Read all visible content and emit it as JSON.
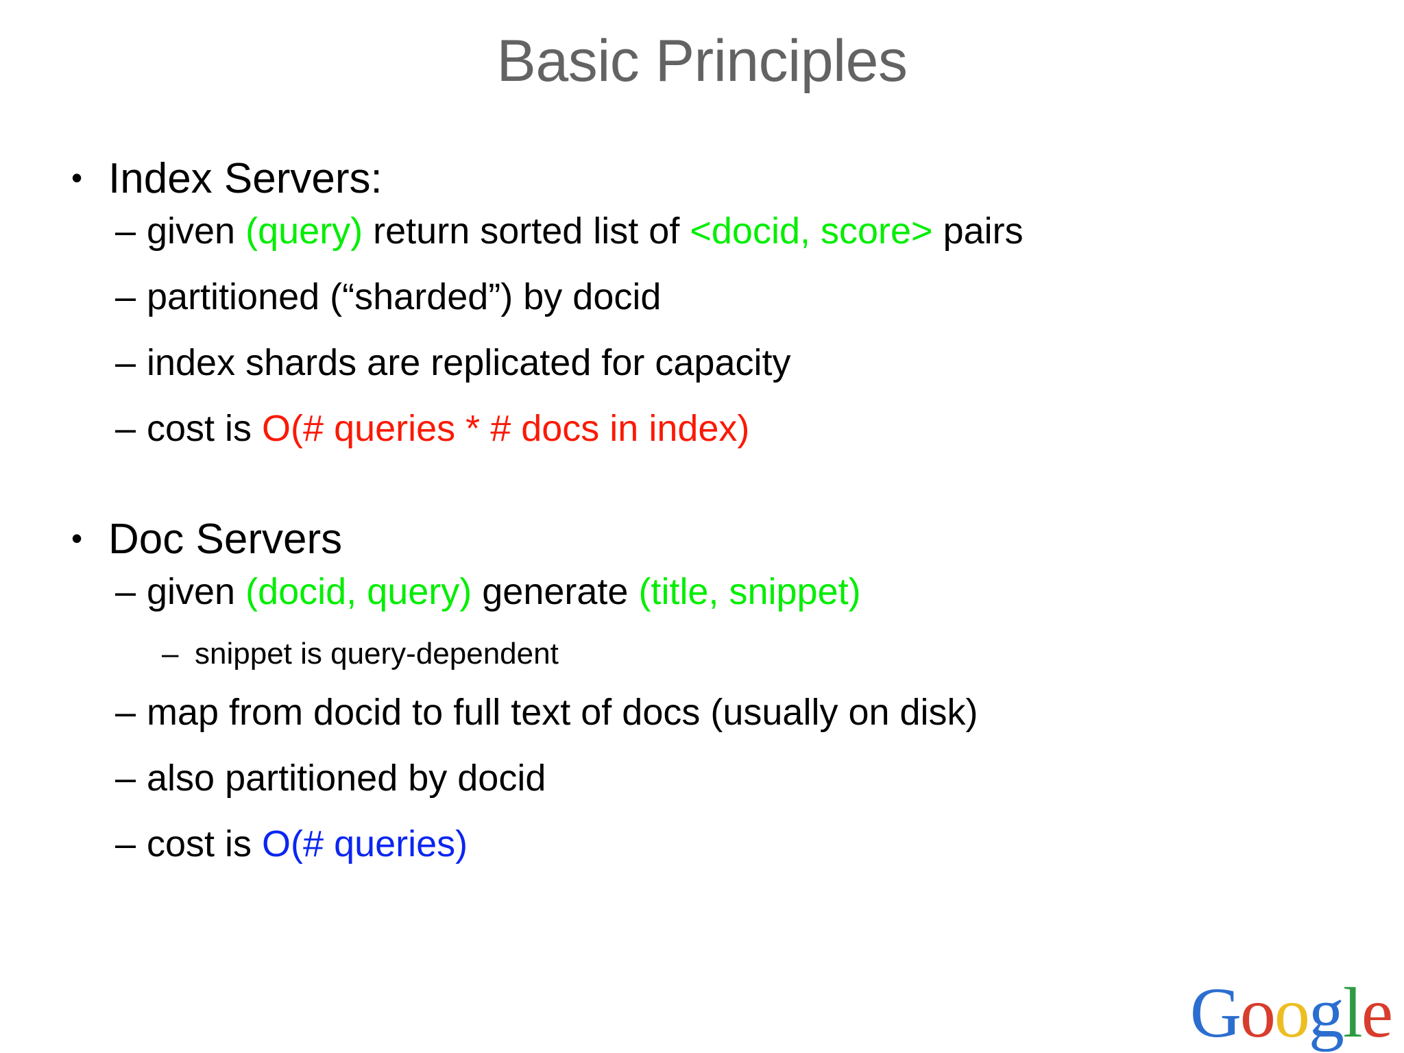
{
  "slide": {
    "title": "Basic Principles",
    "title_color": "#636363",
    "background_color": "#ffffff",
    "colors": {
      "green": "#00EE00",
      "red": "#FA1A05",
      "blue": "#0B26F0",
      "black": "#000000"
    },
    "markers": {
      "bullet": "•",
      "dash": "–"
    },
    "sections": [
      {
        "heading": "Index Servers:",
        "items": [
          {
            "parts": [
              {
                "text": "given ",
                "color": "black"
              },
              {
                "text": "(query)",
                "color": "green"
              },
              {
                "text": " return sorted list of ",
                "color": "black"
              },
              {
                "text": "<docid, score>",
                "color": "green"
              },
              {
                "text": " pairs",
                "color": "black"
              }
            ]
          },
          {
            "parts": [
              {
                "text": "partitioned (“sharded”) by docid",
                "color": "black"
              }
            ]
          },
          {
            "parts": [
              {
                "text": "index shards are replicated for capacity",
                "color": "black"
              }
            ]
          },
          {
            "parts": [
              {
                "text": "cost is ",
                "color": "black"
              },
              {
                "text": "O(# queries * # docs in index)",
                "color": "red"
              }
            ]
          }
        ]
      },
      {
        "heading": "Doc Servers",
        "items": [
          {
            "parts": [
              {
                "text": "given ",
                "color": "black"
              },
              {
                "text": "(docid, query)",
                "color": "green"
              },
              {
                "text": " generate ",
                "color": "black"
              },
              {
                "text": "(title, snippet)",
                "color": "green"
              }
            ],
            "sub": [
              {
                "text": "snippet is query-dependent"
              }
            ]
          },
          {
            "parts": [
              {
                "text": "map from docid to full text of docs (usually on disk)",
                "color": "black"
              }
            ]
          },
          {
            "parts": [
              {
                "text": "also partitioned by docid",
                "color": "black"
              }
            ]
          },
          {
            "parts": [
              {
                "text": "cost is ",
                "color": "black"
              },
              {
                "text": "O(# queries)",
                "color": "blue"
              }
            ]
          }
        ]
      }
    ],
    "logo": {
      "name": "Google",
      "letters": [
        {
          "char": "G",
          "color": "#2B6ED0"
        },
        {
          "char": "o",
          "color": "#D83C2C"
        },
        {
          "char": "o",
          "color": "#EDBE21"
        },
        {
          "char": "g",
          "color": "#2B6ED0"
        },
        {
          "char": "l",
          "color": "#2E9B43"
        },
        {
          "char": "e",
          "color": "#D83C2C"
        }
      ]
    }
  }
}
